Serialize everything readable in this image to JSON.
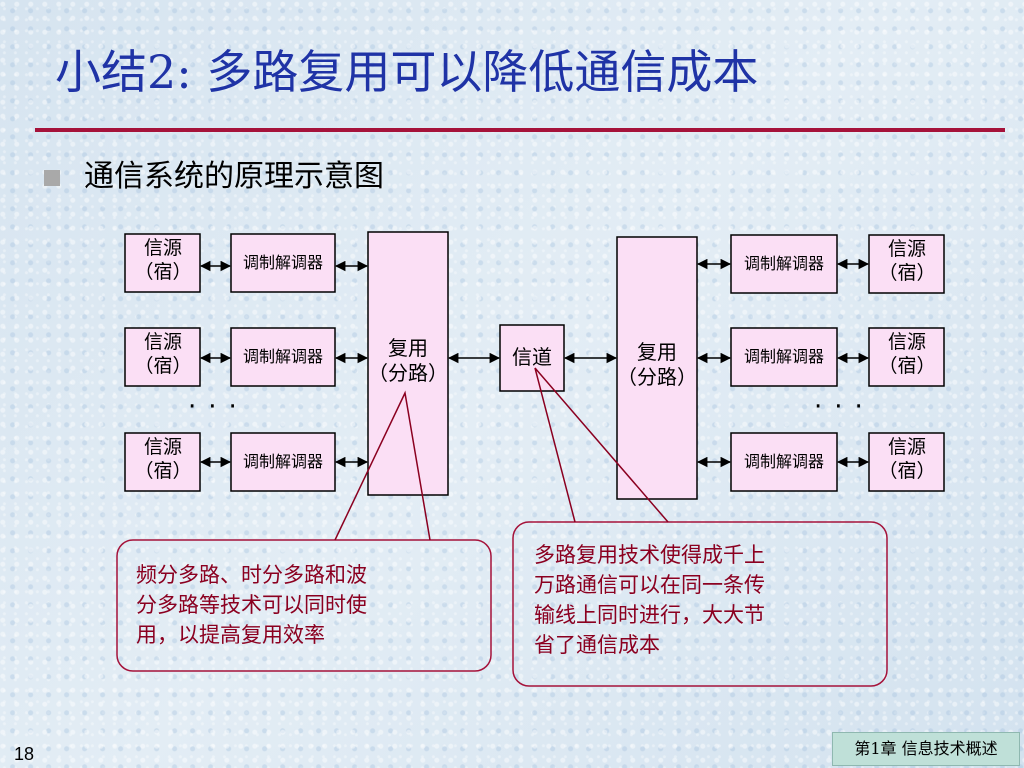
{
  "slide": {
    "title": "小结2: 多路复用可以降低通信成本",
    "bullet": "通信系统的原理示意图",
    "page_number": "18",
    "chapter": "第1章 信息技术概述"
  },
  "diagram": {
    "source_line1": "信源",
    "source_line2": "（宿）",
    "modem": "调制解调器",
    "mux_line1": "复用",
    "mux_line2": "（分路）",
    "channel": "信道",
    "dots": "···"
  },
  "callouts": {
    "left": [
      "频分多路、时分多路和波",
      "分多路等技术可以同时使",
      "用，以提高复用效率"
    ],
    "right": [
      "多路复用技术使得成千上",
      "万路通信可以在同一条传",
      "输线上同时进行，大大节",
      "省了通信成本"
    ]
  },
  "colors": {
    "title": "#1f33a6",
    "rule": "#a5123a",
    "box_fill": "#fbdff5",
    "callout_text": "#8b0020"
  }
}
